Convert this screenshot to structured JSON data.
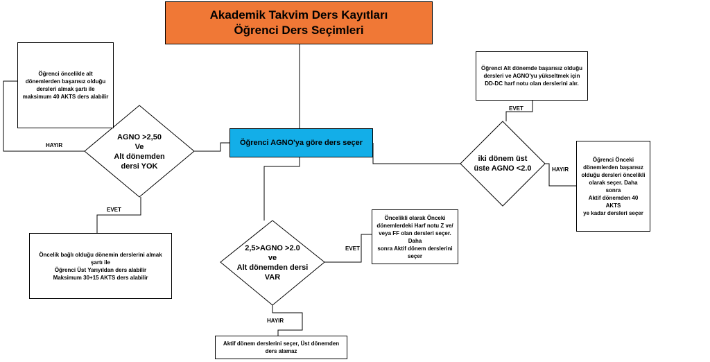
{
  "title": {
    "line1": "Akademik Takvim Ders Kayıtları",
    "line2": "Öğrenci Ders Seçimleri"
  },
  "process": {
    "label": "Öğrenci AGNO'ya göre ders seçer"
  },
  "decisions": {
    "left": {
      "l1": "AGNO >2,50",
      "l2": "Ve",
      "l3": "Alt dönemden",
      "l4": "dersi YOK"
    },
    "bottom": {
      "l1": "2,5>AGNO >2.0",
      "l2": "ve",
      "l3": "Alt dönemden dersi",
      "l4": "VAR"
    },
    "right": {
      "l1": "iki dönem üst",
      "l2": "üste AGNO <2.0"
    }
  },
  "boxes": {
    "top_left": {
      "l1": "Öğrenci öncelikle alt",
      "l2": "dönemlerden başarısız olduğu",
      "l3": "dersleri almak şartı ile",
      "l4": "maksimum 40 AKTS ders alabilir"
    },
    "bottom_left": {
      "l1": "Öncelik bağlı olduğu dönemin derslerini almak",
      "l2": "şartı ile",
      "l3": "Öğrenci Üst Yarıyıldan ders alabilir",
      "l4": "Maksimum 30+15 AKTS ders alabilir"
    },
    "center_right": {
      "l1": "Öncelikli olarak Önceki",
      "l2": "dönemlerdeki Harf notu Z ve/",
      "l3": "veya FF olan dersleri seçer. Daha",
      "l4": "sonra Aktif dönem derslerini",
      "l5": "seçer"
    },
    "bottom_center": {
      "l1": "Aktif dönem derslerini seçer, Üst dönemden",
      "l2": "ders alamaz"
    },
    "top_right": {
      "l1": "Öğrenci Alt dönemde başarısız olduğu",
      "l2": "dersleri ve AGNO'yu yükseltmek için",
      "l3": "DD-DC harf notu olan derslerini alır."
    },
    "right": {
      "l1": "Öğrenci Önceki",
      "l2": "dönemlerden başarısız",
      "l3": "olduğu dersleri öncelikli",
      "l4": "olarak seçer. Daha sonra",
      "l5": "Aktif dönemden 40 AKTS",
      "l6": "ye kadar dersleri seçer"
    }
  },
  "labels": {
    "hayir_left": "HAYIR",
    "evet_left": "EVET",
    "evet_bottom": "EVET",
    "hayir_bottom": "HAYIR",
    "evet_right": "EVET",
    "hayir_right": "HAYIR"
  }
}
